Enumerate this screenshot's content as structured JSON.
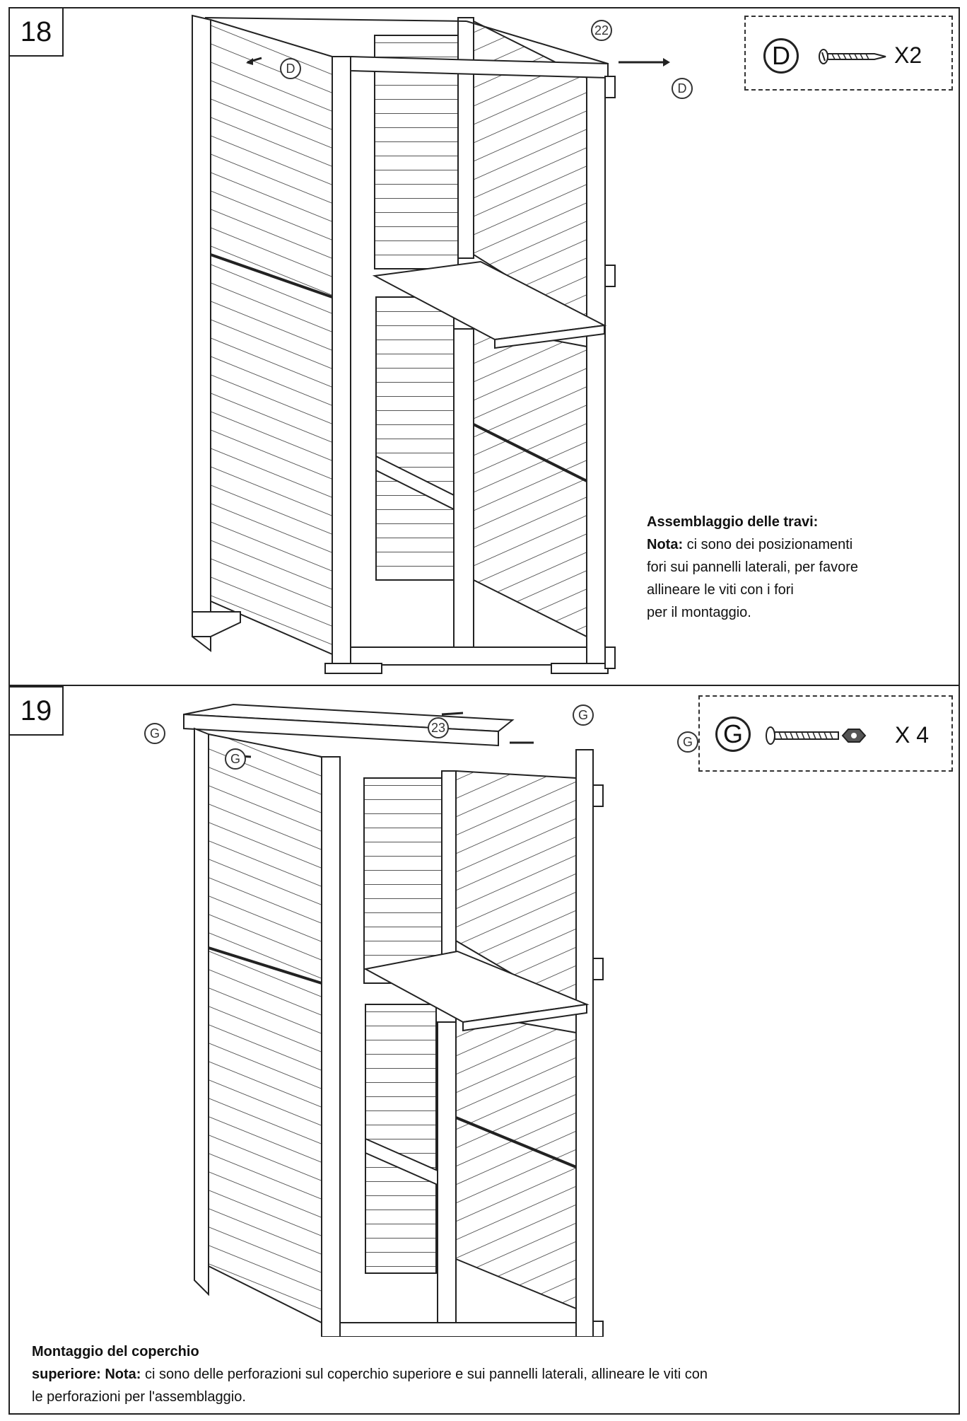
{
  "steps": [
    {
      "number": "18",
      "hardware": {
        "letter": "D",
        "item": "screw-icon",
        "qty": "X2"
      },
      "callouts": {
        "part": "22",
        "fastener": "D"
      },
      "note": {
        "title": "Assemblaggio delle travi:",
        "lead": "Nota:",
        "lines": [
          " ci sono dei posizionamenti",
          "fori sui pannelli laterali, per favore",
          "allineare le viti con i fori",
          "per il montaggio."
        ]
      }
    },
    {
      "number": "19",
      "hardware": {
        "letter": "G",
        "item": "bolt-and-nut-icon",
        "qty": "X 4"
      },
      "callouts": {
        "part": "23",
        "fastener": "G"
      },
      "note": {
        "title": "Montaggio del coperchio",
        "lead": "superiore: Nota:",
        "line1": " ci sono delle perforazioni sul coperchio superiore e sui pannelli laterali, allineare le viti con",
        "line2": "le perforazioni per l'assemblaggio."
      }
    }
  ],
  "colors": {
    "line": "#222222",
    "wood_line": "#555555"
  }
}
